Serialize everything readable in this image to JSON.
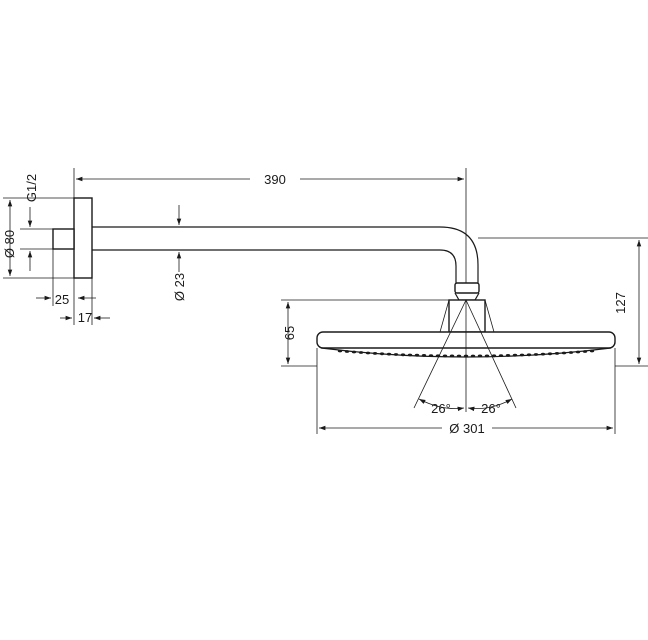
{
  "dimensions": {
    "arm_length": "390",
    "thread": "G1/2",
    "flange_diameter": "Ø 80",
    "flange_offset": "25",
    "flange_thickness": "17",
    "arm_diameter": "Ø 23",
    "height_total": "127",
    "head_height": "65",
    "spray_angle_left": "26°",
    "spray_angle_right": "26°",
    "head_diameter": "Ø 301"
  }
}
